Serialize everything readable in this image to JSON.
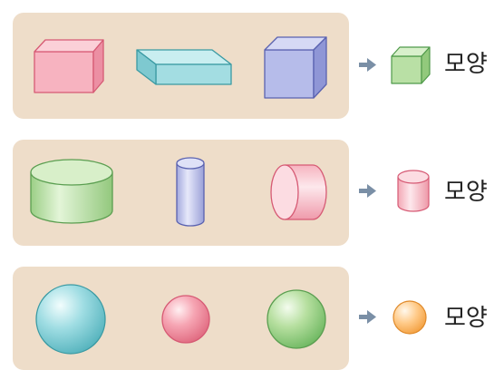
{
  "rows": [
    {
      "label": "모양",
      "shape": "box",
      "arrow_color": "#7a8fa6"
    },
    {
      "label": "모양",
      "shape": "cylinder",
      "arrow_color": "#7a8fa6"
    },
    {
      "label": "모양",
      "shape": "sphere",
      "arrow_color": "#7a8fa6"
    }
  ],
  "colors": {
    "panel": "#eeddc9",
    "pink": "#f4a7b4",
    "cyan": "#9fdde0",
    "blue": "#b3b9e6",
    "green": "#b9e0a5",
    "orange": "#ffc98a"
  }
}
